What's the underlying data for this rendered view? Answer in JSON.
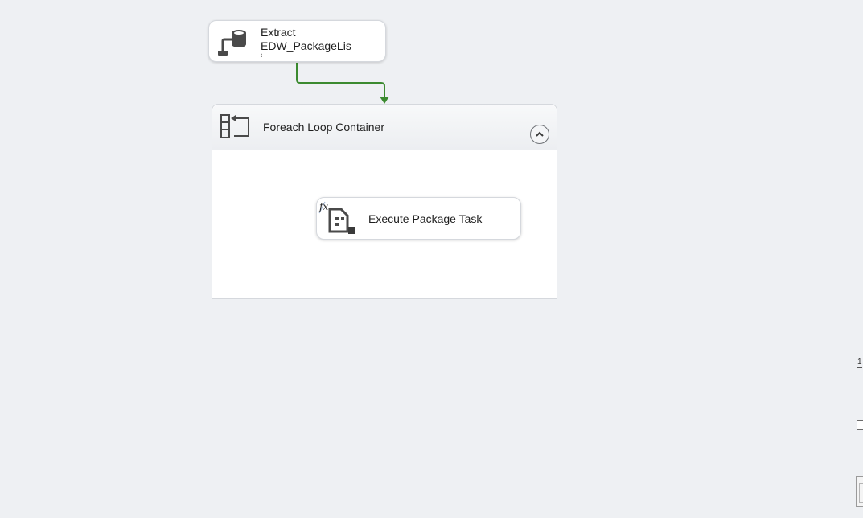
{
  "canvas": {
    "background": "#eef0f3"
  },
  "tasks": {
    "extract": {
      "label_line1": "Extract",
      "label_line2": "EDW_PackageLis",
      "label_line3": "t",
      "icon": "data-source-icon"
    },
    "execute_package": {
      "label": "Execute Package Task",
      "icon": "execute-package-icon",
      "expression_badge": "fx"
    }
  },
  "container": {
    "title": "Foreach Loop Container",
    "icon": "foreach-loop-icon",
    "collapse_icon": "chevron-up-icon"
  },
  "connector": {
    "color": "#3b8a2f",
    "type": "success-precedence-constraint"
  },
  "right_edge": {
    "number_fragment": "1"
  }
}
